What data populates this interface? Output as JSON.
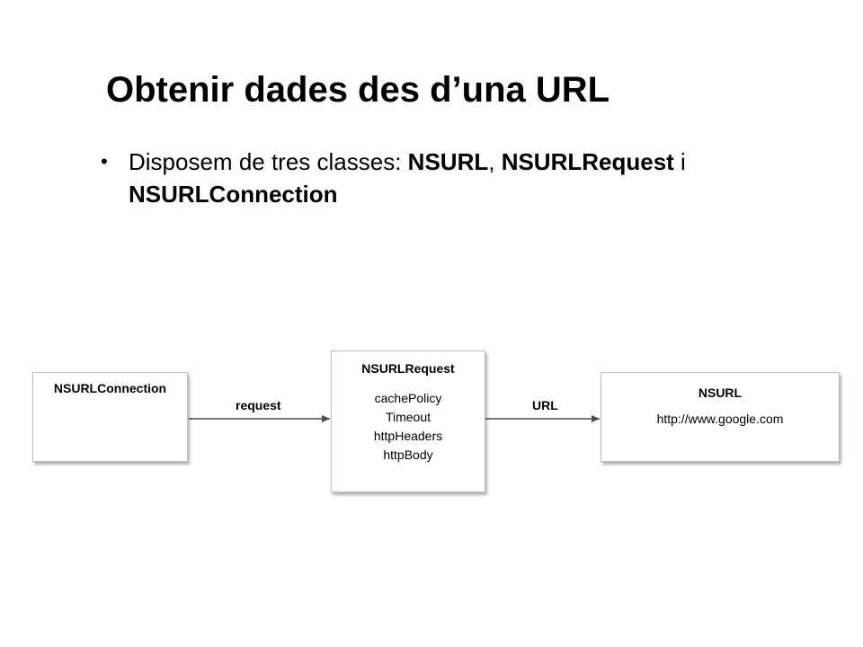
{
  "slide": {
    "title": "Obtenir dades des d’una URL",
    "bullet": {
      "marker": "•",
      "prefix": "Disposem de tres classes: ",
      "class1": "NSURL",
      "sep1": ", ",
      "class2": "NSURLRequest",
      "sep2": " i ",
      "class3": "NSURLConnection"
    }
  },
  "diagram": {
    "nodes": {
      "connection": {
        "title": "NSURLConnection"
      },
      "request": {
        "title": "NSURLRequest",
        "properties": [
          "cachePolicy",
          "Timeout",
          "httpHeaders",
          "httpBody"
        ]
      },
      "url": {
        "title": "NSURL",
        "value": "http://www.google.com"
      }
    },
    "edges": {
      "connection_to_request": "request",
      "request_to_url": "URL"
    },
    "colors": {
      "box_border": "#bdbdbd",
      "arrow": "#4a4a4a"
    }
  }
}
